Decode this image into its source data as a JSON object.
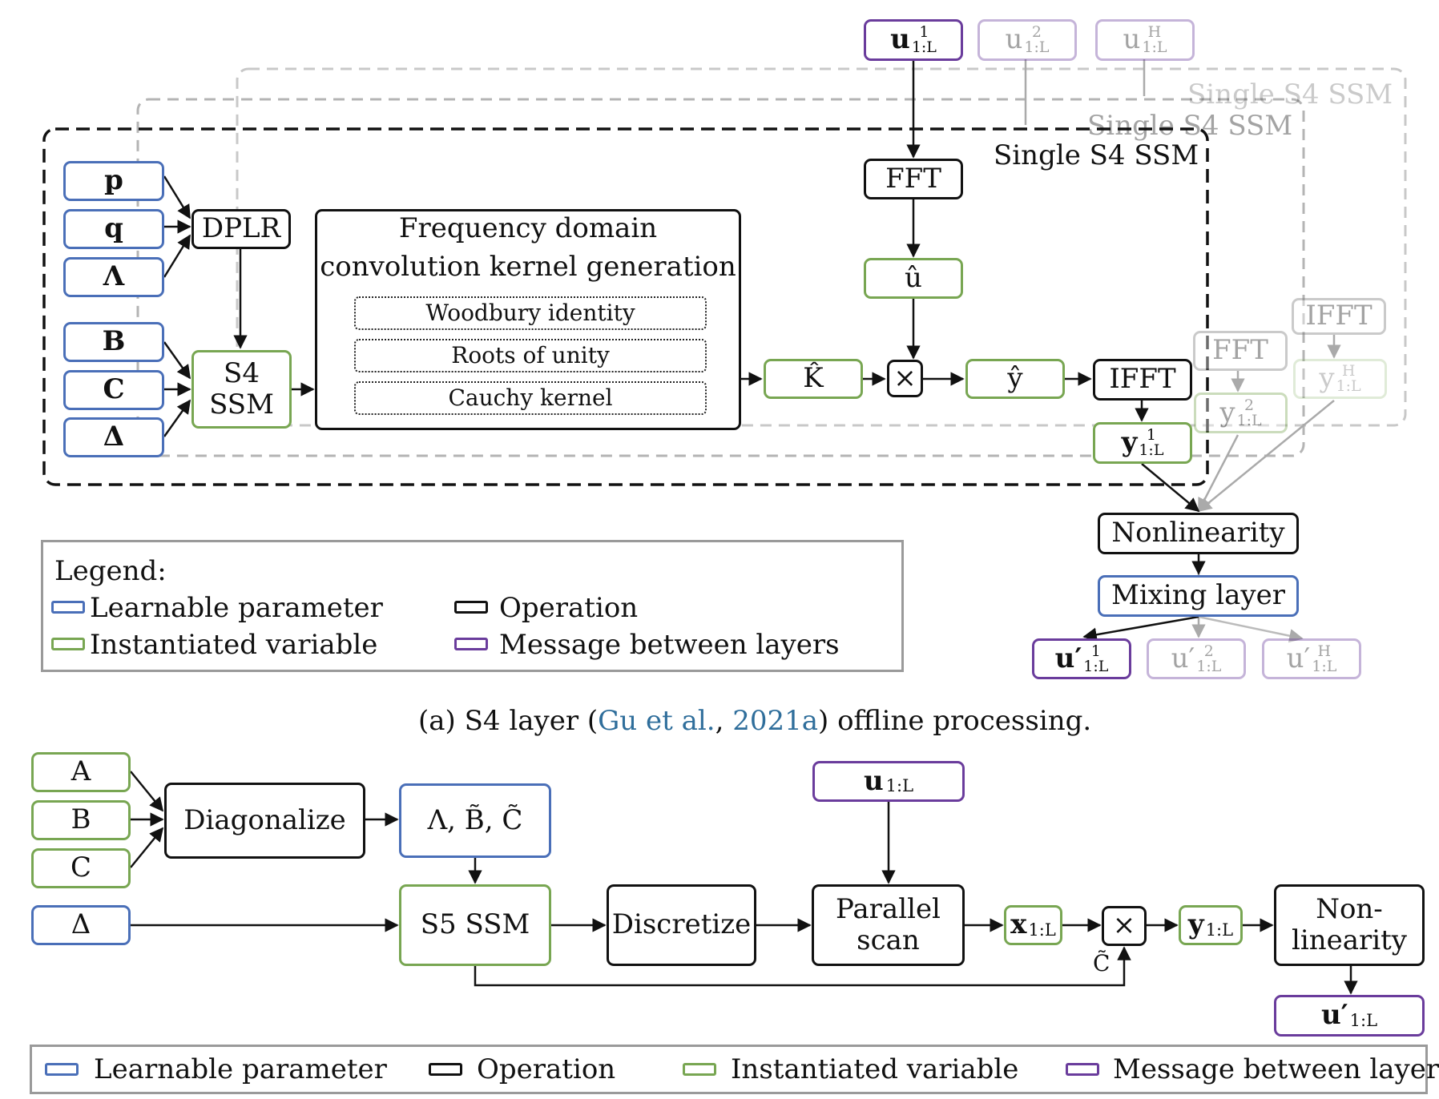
{
  "diagram_a": {
    "group_labels": {
      "front": "Single S4 SSM",
      "mid": "Single S4 SSM",
      "back": "Single S4 SSM"
    },
    "params": {
      "p": "p",
      "q": "q",
      "lambda": "Λ",
      "B": "B",
      "C": "C",
      "delta": "Δ"
    },
    "dplr": "DPLR",
    "s4ssm_line1": "S4",
    "s4ssm_line2": "SSM",
    "kernel_title_line1": "Frequency domain",
    "kernel_title_line2": "convolution kernel generation",
    "kernel_steps": [
      "Woodbury identity",
      "Roots of unity",
      "Cauchy kernel"
    ],
    "k_hat": "K̂",
    "multiply": "×",
    "y_hat": "ŷ",
    "u_hat": "û",
    "fft": "FFT",
    "ifft": "IFFT",
    "fft_mid": "FFT",
    "ifft_back": "IFFT",
    "u_base": "u",
    "u_sub": "1:L",
    "u_sups": [
      "1",
      "2",
      "H"
    ],
    "y_base": "y",
    "y_sub": "1:L",
    "y_sups": [
      "1",
      "2",
      "H"
    ],
    "out_base": "u′",
    "nonlinearity": "Nonlinearity",
    "mixing": "Mixing layer",
    "legend": {
      "title": "Legend:",
      "learnable": "Learnable parameter",
      "instantiated": "Instantiated variable",
      "operation": "Operation",
      "message": "Message between layers"
    },
    "caption_pre": "(a) S4 layer (",
    "caption_cite_author": "Gu et al.",
    "caption_cite_sep": ", ",
    "caption_cite_year": "2021a",
    "caption_post": ") offline processing."
  },
  "diagram_b": {
    "A": "A",
    "B": "B",
    "C": "C",
    "delta": "Δ",
    "diagonalize": "Diagonalize",
    "lambda_b_c": "Λ, B̃, C̃",
    "s5ssm": "S5 SSM",
    "discretize": "Discretize",
    "scan_line1": "Parallel",
    "scan_line2": "scan",
    "u_base": "u",
    "u_sub": "1:L",
    "x_base": "x",
    "x_sub": "1:L",
    "multiply": "×",
    "c_tilde": "C̃",
    "y_base": "y",
    "y_sub": "1:L",
    "nonlin_line1": "Non-",
    "nonlin_line2": "linearity",
    "out_base": "u′",
    "out_sub": "1:L",
    "legend": {
      "learnable": "Learnable parameter",
      "operation": "Operation",
      "instantiated": "Instantiated variable",
      "message": "Message between layers"
    }
  },
  "colors": {
    "learnable": "#4a6fb8",
    "instantiated": "#78a652",
    "operation": "#111111",
    "message": "#6a3c9c",
    "citation": "#2f6e9b"
  }
}
